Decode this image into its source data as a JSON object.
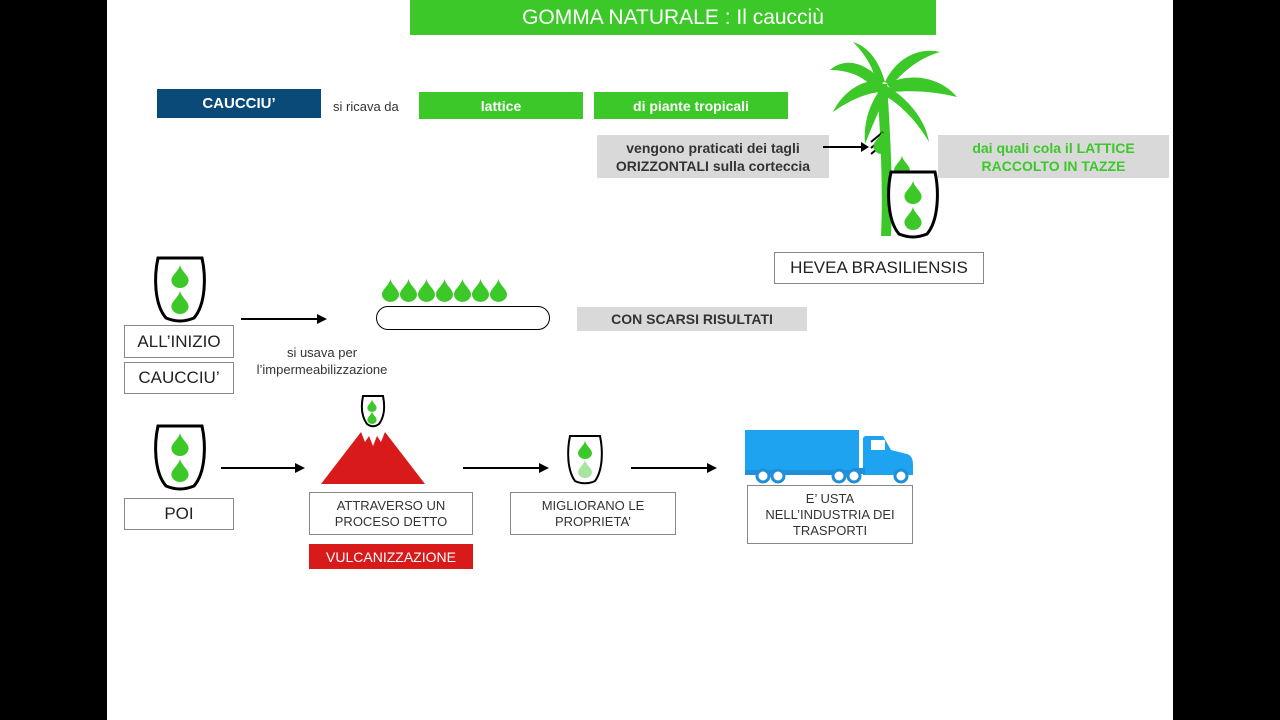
{
  "title": "GOMMA NATURALE : Il caucciù",
  "top_row": {
    "caucciu_label": "CAUCCIU’",
    "si_ricava_da": "si ricava da",
    "lattice": "lattice",
    "piante": "di piante tropicali"
  },
  "tree_section": {
    "tagli_line1": "vengono praticati dei tagli",
    "tagli_line2": "ORIZZONTALI sulla corteccia",
    "cola_line1": "dai quali cola il LATTICE",
    "cola_line2": "RACCOLTO IN TAZZE",
    "tree_name": "HEVEA BRASILIENSIS"
  },
  "inizio_section": {
    "label1": "ALL’INIZIO",
    "label2": "CAUCCIU’",
    "usage_line1": "si usava per",
    "usage_line2": "l’impermeabilizzazione",
    "result": "CON SCARSI RISULTATI"
  },
  "poi_section": {
    "label": "POI",
    "process_line1": "ATTRAVERSO UN",
    "process_line2": "PROCESO DETTO",
    "vulcanizzazione": "VULCANIZZAZIONE",
    "improve_line1": "MIGLIORANO LE",
    "improve_line2": "PROPRIETA’",
    "use_line1": "E’ USTA",
    "use_line2": "NELL’INDUSTRIA DEI",
    "use_line3": "TRASPORTI"
  },
  "icons": {
    "drop": "latex-drop-icon",
    "cup": "cup-icon",
    "palm": "palm-tree-icon",
    "volcano": "volcano-icon",
    "truck": "truck-icon"
  },
  "colors": {
    "green": "#3cc829",
    "navy": "#0a4a78",
    "red": "#d81a1a",
    "grey": "#d9d9d9",
    "truck_blue": "#1ea3f0"
  }
}
